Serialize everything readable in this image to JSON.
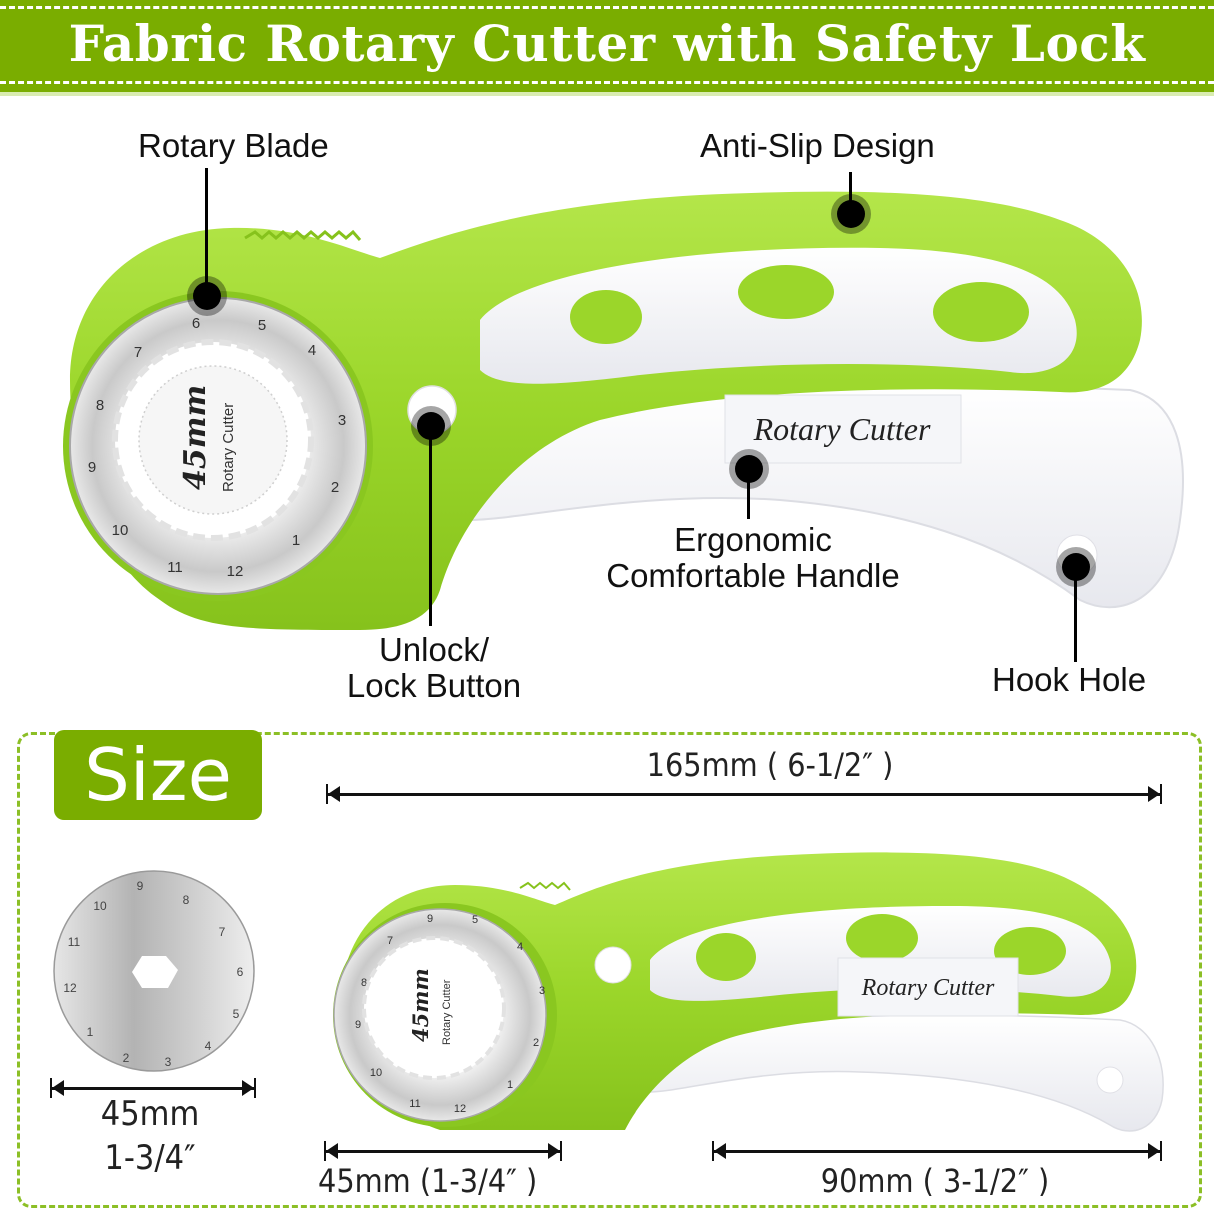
{
  "banner": {
    "title": "Fabric Rotary Cutter with Safety Lock",
    "background_color": "#7aad00",
    "stitch_color": "#ffffff"
  },
  "product": {
    "blade_hub_size": "45mm",
    "blade_hub_text": "Rotary Cutter",
    "handle_label": "Rotary Cutter",
    "blade_numbers": [
      "1",
      "2",
      "3",
      "4",
      "5",
      "6",
      "7",
      "8",
      "9",
      "10",
      "11",
      "12"
    ],
    "body_color": "#9bd62a",
    "grip_color": "#f2f3f6"
  },
  "callouts": {
    "rotary_blade": "Rotary Blade",
    "anti_slip": "Anti-Slip Design",
    "lock_button_line1": "Unlock/",
    "lock_button_line2": "Lock Button",
    "handle_line1": "Ergonomic",
    "handle_line2": "Comfortable Handle",
    "hook_hole": "Hook Hole"
  },
  "size_section": {
    "badge": "Size",
    "border_color": "#8cbf26",
    "total_length": "165mm ( 6-1/2″ )",
    "blade_diameter_mm": "45mm",
    "blade_diameter_in": "1-3/4″",
    "head_width": "45mm  (1-3/4″ )",
    "handle_length": "90mm ( 3-1/2″ )"
  }
}
